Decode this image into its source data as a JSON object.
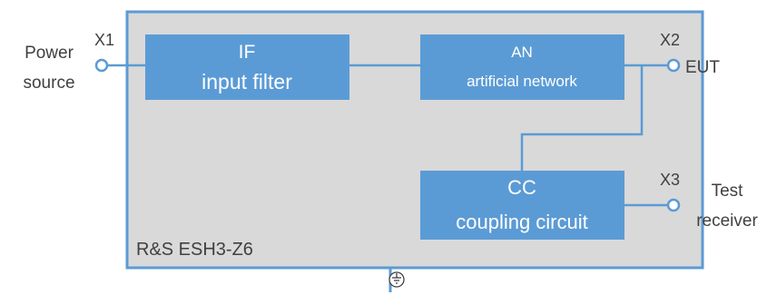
{
  "device": {
    "name": "R&S ESH3-Z6"
  },
  "blocks": {
    "if": {
      "line1": "IF",
      "line2": "input filter"
    },
    "an": {
      "line1": "AN",
      "line2": "artificial network"
    },
    "cc": {
      "line1": "CC",
      "line2": "coupling circuit"
    }
  },
  "ports": {
    "x1": {
      "id": "X1",
      "label_line1": "Power",
      "label_line2": "source"
    },
    "x2": {
      "id": "X2",
      "label": "EUT"
    },
    "x3": {
      "id": "X3",
      "label_line1": "Test",
      "label_line2": "receiver"
    }
  },
  "ground_symbol": "ground-icon",
  "colors": {
    "enclosure_fill": "#d9d9d9",
    "enclosure_border": "#5b9bd5",
    "block_fill": "#5b9bd5",
    "wire": "#5b9bd5",
    "text": "#404040",
    "block_text": "#ffffff"
  }
}
